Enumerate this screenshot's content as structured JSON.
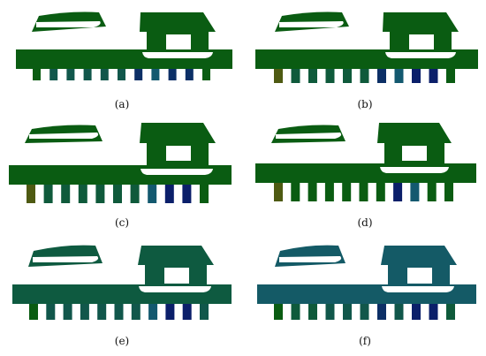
{
  "panels": [
    {
      "label": "(a)",
      "colors": {
        "beam": "#0a5c12",
        "block": "#0a5c12",
        "legs": [
          "#0a5c12",
          "#11574b",
          "#11574b",
          "#11574b",
          "#11574b",
          "#11574b",
          "#0c2f66",
          "#13596f",
          "#0c2f66",
          "#0c2f66",
          "#0a5c12"
        ]
      }
    },
    {
      "label": "(b)",
      "colors": {
        "beam": "#0a5c12",
        "block": "#0a5c12",
        "legs": [
          "#4e5a12",
          "#0f5a3b",
          "#0f5a3b",
          "#0f5a3b",
          "#0f5a3b",
          "#0f5a3b",
          "#0c2f66",
          "#13596f",
          "#0b1f6a",
          "#0b1f6a",
          "#0a5c12"
        ]
      }
    },
    {
      "label": "(c)",
      "colors": {
        "beam": "#0a5c12",
        "block": "#0a5c12",
        "legs": [
          "#4e5a12",
          "#0f5a3b",
          "#0f5a3b",
          "#0f5a3b",
          "#0f5a3b",
          "#0f5a3b",
          "#0f5a3b",
          "#13596f",
          "#0b1f6a",
          "#0b1f6a",
          "#0a5c12"
        ]
      }
    },
    {
      "label": "(d)",
      "colors": {
        "beam": "#0a5c12",
        "block": "#0a5c12",
        "legs": [
          "#4e5a12",
          "#0a5c12",
          "#0a5c12",
          "#0a5c12",
          "#0a5c12",
          "#0a5c12",
          "#0a5c12",
          "#0b1f6a",
          "#13596f",
          "#0a5c12",
          "#0a5c12"
        ]
      }
    },
    {
      "label": "(e)",
      "colors": {
        "beam": "#0e5a40",
        "block": "#0e5a40",
        "legs": [
          "#0a5c12",
          "#11574b",
          "#11574b",
          "#11574b",
          "#11574b",
          "#11574b",
          "#11574b",
          "#13596f",
          "#0b1f6a",
          "#0b1f6a",
          "#11574b"
        ]
      }
    },
    {
      "label": "(f)",
      "colors": {
        "beam": "#145a66",
        "block": "#145a66",
        "legs": [
          "#0a5c12",
          "#0f5a3b",
          "#0f5a3b",
          "#11574b",
          "#11574b",
          "#11574b",
          "#0c2f66",
          "#11574b",
          "#0b1f6a",
          "#0b1f6a",
          "#0f5a3b"
        ]
      }
    }
  ]
}
